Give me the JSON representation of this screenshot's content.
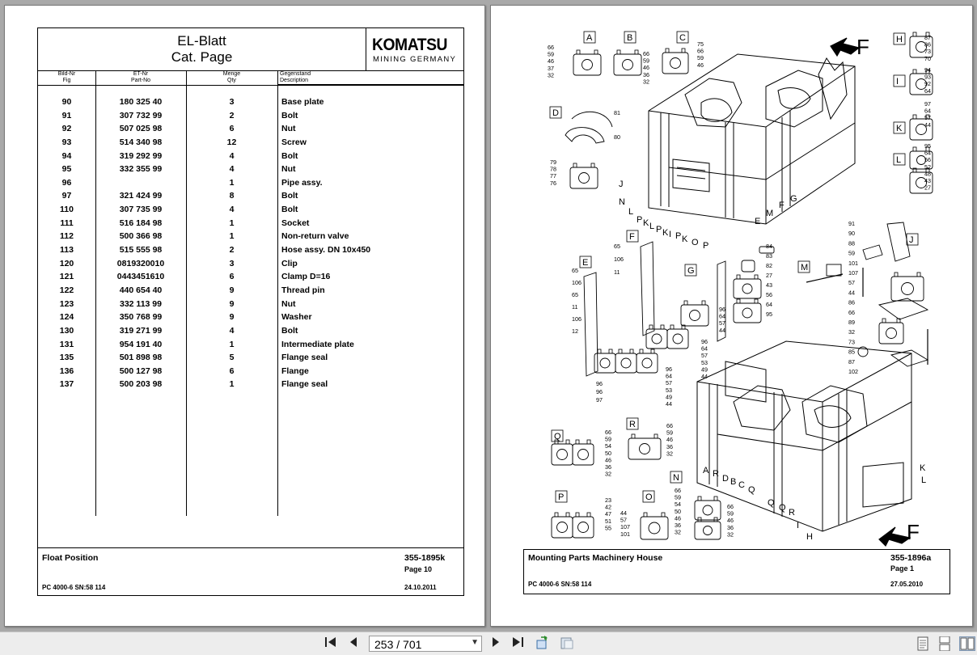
{
  "left_page": {
    "title_de": "EL-Blatt",
    "title_en": "Cat. Page",
    "logo": "KOMATSU",
    "logo_sub": "MINING GERMANY",
    "columns": {
      "fig_de": "Bild-Nr",
      "fig_en": "Fig",
      "part_de": "ET-Nr",
      "part_en": "Part-No",
      "qty_de": "Menge",
      "qty_en": "Qty",
      "desc_de": "Gegenstand",
      "desc_en": "Description"
    },
    "rows": [
      {
        "fig": "90",
        "part": "180 325 40",
        "qty": "3",
        "desc": "Base plate"
      },
      {
        "fig": "91",
        "part": "307 732 99",
        "qty": "2",
        "desc": "Bolt"
      },
      {
        "fig": "92",
        "part": "507 025 98",
        "qty": "6",
        "desc": "Nut"
      },
      {
        "fig": "93",
        "part": "514 340 98",
        "qty": "12",
        "desc": "Screw"
      },
      {
        "fig": "94",
        "part": "319 292 99",
        "qty": "4",
        "desc": "Bolt"
      },
      {
        "fig": "95",
        "part": "332 355 99",
        "qty": "4",
        "desc": "Nut"
      },
      {
        "fig": "96",
        "part": "",
        "qty": "1",
        "desc": "Pipe assy."
      },
      {
        "fig": "97",
        "part": "321 424 99",
        "qty": "8",
        "desc": "Bolt"
      },
      {
        "fig": "110",
        "part": "307 735 99",
        "qty": "4",
        "desc": "Bolt"
      },
      {
        "fig": "111",
        "part": "516 184 98",
        "qty": "1",
        "desc": "Socket"
      },
      {
        "fig": "112",
        "part": "500 366 98",
        "qty": "1",
        "desc": "Non-return valve"
      },
      {
        "fig": "113",
        "part": "515 555 98",
        "qty": "2",
        "desc": "Hose assy. DN 10x450"
      },
      {
        "fig": "120",
        "part": "0819320010",
        "qty": "3",
        "desc": "Clip"
      },
      {
        "fig": "121",
        "part": "0443451610",
        "qty": "6",
        "desc": "Clamp D=16"
      },
      {
        "fig": "122",
        "part": "440 654 40",
        "qty": "9",
        "desc": "Thread pin"
      },
      {
        "fig": "123",
        "part": "332 113 99",
        "qty": "9",
        "desc": "Nut"
      },
      {
        "fig": "124",
        "part": "350 768 99",
        "qty": "9",
        "desc": "Washer"
      },
      {
        "fig": "130",
        "part": "319 271 99",
        "qty": "4",
        "desc": "Bolt"
      },
      {
        "fig": "131",
        "part": "954 191 40",
        "qty": "1",
        "desc": "Intermediate plate"
      },
      {
        "fig": "135",
        "part": "501 898 98",
        "qty": "5",
        "desc": "Flange seal"
      },
      {
        "fig": "136",
        "part": "500 127 98",
        "qty": "6",
        "desc": "Flange"
      },
      {
        "fig": "137",
        "part": "500 203 98",
        "qty": "1",
        "desc": "Flange seal"
      }
    ],
    "footer": {
      "title": "Float Position",
      "doc_no": "355-1895k",
      "page": "Page 10",
      "machine": "PC 4000-6 SN:58 114",
      "date": "24.10.2011"
    }
  },
  "right_page": {
    "diagram": {
      "detail_letters": [
        "A",
        "B",
        "C",
        "D",
        "E",
        "F",
        "G",
        "H",
        "I",
        "J",
        "K",
        "L",
        "M",
        "N",
        "O",
        "P",
        "Q",
        "R"
      ],
      "direction_label": "F",
      "callouts_A": [
        "66",
        "59",
        "46",
        "37",
        "32"
      ],
      "callouts_B": [
        "66",
        "59",
        "46",
        "36",
        "32"
      ],
      "callouts_C": [
        "75",
        "66",
        "59",
        "46"
      ],
      "callouts_D1": [
        "81",
        "80"
      ],
      "callouts_D2": [
        "79",
        "78",
        "77",
        "76"
      ],
      "callouts_H": [
        "87",
        "86",
        "73",
        "70"
      ],
      "callouts_I": [
        "94",
        "93",
        "92",
        "64"
      ],
      "callouts_K1": [
        "97",
        "64",
        "57",
        "44"
      ],
      "callouts_L": [
        "95",
        "64",
        "56",
        "52",
        "48",
        "43",
        "27"
      ],
      "callouts_F": [
        "65",
        "106",
        "11"
      ],
      "callouts_E": [
        "65",
        "106",
        "65",
        "11",
        "106",
        "12"
      ],
      "callouts_G1": [
        "96",
        "64",
        "57",
        "44"
      ],
      "callouts_G2": [
        "96",
        "64",
        "57",
        "53",
        "49",
        "44"
      ],
      "callouts_E2": [
        "96",
        "64",
        "57",
        "53",
        "49",
        "44"
      ],
      "callouts_E3": [
        "96",
        "96",
        "97"
      ],
      "callouts_M": [
        "84",
        "83",
        "82",
        "27",
        "43",
        "56",
        "64",
        "95"
      ],
      "callouts_J": [
        "91",
        "90",
        "88",
        "59",
        "101",
        "107",
        "57",
        "44",
        "86",
        "66",
        "89",
        "32",
        "73",
        "85",
        "87",
        "102"
      ],
      "callouts_Q": [
        "66",
        "59",
        "54",
        "50",
        "46",
        "36",
        "32"
      ],
      "callouts_R": [
        "66",
        "59",
        "46",
        "36",
        "32"
      ],
      "callouts_P": [
        "23",
        "42",
        "47",
        "51",
        "55"
      ],
      "callouts_O": [
        "44",
        "57",
        "107",
        "101"
      ],
      "callouts_N": [
        "66",
        "59",
        "54",
        "50",
        "46",
        "36",
        "32",
        "66",
        "59",
        "46",
        "36",
        "32"
      ]
    },
    "footer": {
      "title": "Mounting Parts Machinery House",
      "doc_no": "355-1896a",
      "page": "Page 1",
      "machine": "PC 4000-6 SN:58 114",
      "date": "27.05.2010"
    }
  },
  "toolbar": {
    "page_indicator": "253 / 701"
  }
}
